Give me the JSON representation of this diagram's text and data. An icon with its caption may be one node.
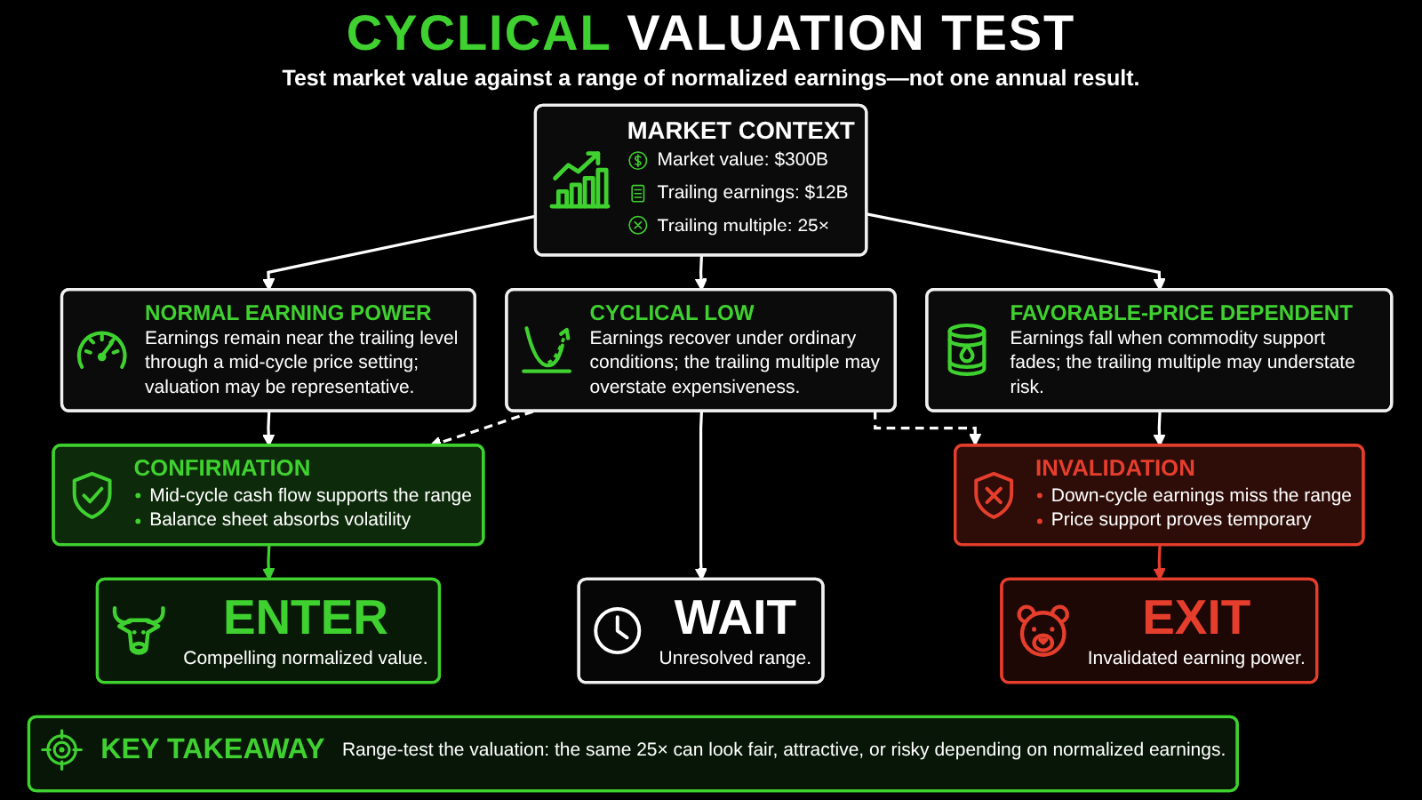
{
  "diagram": {
    "title": "CYCLICAL VALUATION TEST",
    "nodes": [
      {
        "text": [
          "MARKET CONTEXT",
          "Market value: $300B",
          "Trailing earnings: $12B",
          "Trailing multiple: 25×"
        ]
      },
      {
        "text": [
          "NORMAL EARNING POWER",
          "Earnings remain near the trailing level through a mid-cycle price setting; valuation may be representative."
        ]
      },
      {
        "text": [
          "CYCLICAL LOW",
          "Earnings recover under ordinary conditions; the trailing multiple may overstate expensiveness."
        ]
      },
      {
        "text": [
          "FAVORABLE-PRICE DEPENDENT",
          "Earnings fall when commodity support fades; the trailing multiple may understate risk."
        ]
      },
      {
        "text": [
          "CONFIRMATION",
          "Mid-cycle cash flow supports the range",
          "Balance sheet absorbs volatility"
        ]
      },
      {
        "text": [
          "INVALIDATION",
          "Down-cycle earnings miss the range",
          "Price support proves temporary"
        ]
      },
      {
        "text": [
          "ENTER",
          "Compelling normalized value."
        ]
      },
      {
        "text": [
          "WAIT",
          "Unresolved range."
        ]
      },
      {
        "text": [
          "EXIT",
          "Invalidated earning power."
        ]
      },
      {
        "text": [
          "KEY TAKEAWAY",
          "Range-test the valuation: the same 25× can look fair, attractive, or risky depending on normalized earnings."
        ]
      }
    ],
    "edges": [
      {
        "from": 0,
        "to": 1,
        "arrow": "to"
      },
      {
        "from": 0,
        "to": 2,
        "arrow": "to"
      },
      {
        "from": 0,
        "to": 3,
        "arrow": "to"
      },
      {
        "from": 1,
        "to": 4,
        "arrow": "to"
      },
      {
        "from": 2,
        "to": 7,
        "arrow": "to"
      },
      {
        "from": 3,
        "to": 5,
        "arrow": "to"
      },
      {
        "from": 2,
        "to": 4,
        "arrow": "to",
        "style": "dashed"
      },
      {
        "from": 2,
        "to": 5,
        "arrow": "to",
        "style": "dashed"
      },
      {
        "from": 4,
        "to": 6,
        "arrow": "to",
        "color": "#3fd12f"
      },
      {
        "from": 5,
        "to": 8,
        "arrow": "to",
        "color": "#e63e2d"
      }
    ],
    "labels": [
      "Test market value against a range of normalized earnings—not one annual result."
    ]
  }
}
